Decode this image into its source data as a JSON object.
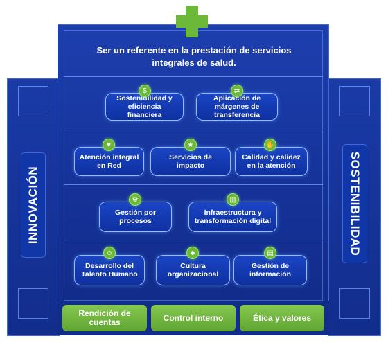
{
  "mission": "Ser un referente en la prestación de servicios integrales de salud.",
  "pillars": {
    "left": "INNOVACIÓN",
    "right": "SOSTENIBILIDAD"
  },
  "rows": [
    [
      {
        "label": "Sostenibilidad y eficiencia financiera",
        "icon": "coin-stack-icon",
        "glyph": "$"
      },
      {
        "label": "Aplicación de márgenes de transferencia",
        "icon": "transfer-icon",
        "glyph": "⇄"
      }
    ],
    [
      {
        "label": "Atención integral en Red",
        "icon": "stethoscope-icon",
        "glyph": "♥"
      },
      {
        "label": "Servicios de impacto",
        "icon": "medal-icon",
        "glyph": "★"
      },
      {
        "label": "Calidad y calidez en la atención",
        "icon": "handshake-icon",
        "glyph": "✋"
      }
    ],
    [
      {
        "label": "Gestión por procesos",
        "icon": "gears-icon",
        "glyph": "⚙"
      },
      {
        "label": "Infraestructura y transformación digital",
        "icon": "building-icon",
        "glyph": "▥"
      }
    ],
    [
      {
        "label": "Desarrollo del Talento Humano",
        "icon": "people-icon",
        "glyph": "☺"
      },
      {
        "label": "Cultura organizacional",
        "icon": "team-icon",
        "glyph": "♣"
      },
      {
        "label": "Gestión de información",
        "icon": "chat-icon",
        "glyph": "▤"
      }
    ]
  ],
  "footer": [
    {
      "label": "Rendición de cuentas"
    },
    {
      "label": "Control interno"
    },
    {
      "label": "Ética y valores"
    }
  ],
  "colors": {
    "navy": "#16339a",
    "accent_green": "#6cb93a",
    "node_border": "#b4d2ff"
  }
}
